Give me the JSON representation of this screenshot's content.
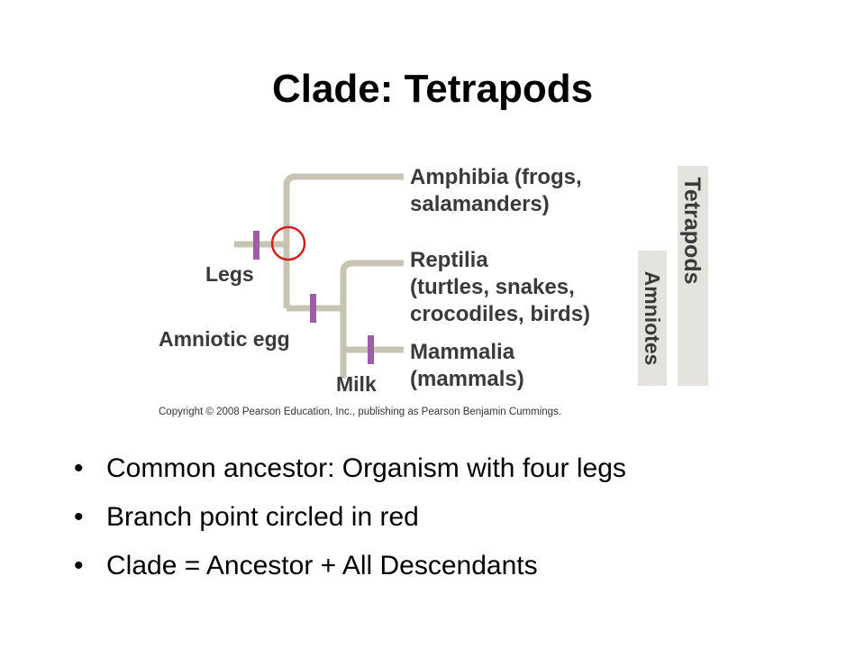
{
  "title": "Clade: Tetrapods",
  "diagram": {
    "taxa": {
      "amphibia": [
        "Amphibia (frogs,",
        "salamanders)"
      ],
      "reptilia": [
        "Reptilia",
        "(turtles, snakes,",
        "crocodiles, birds)"
      ],
      "mammalia": [
        "Mammalia",
        "(mammals)"
      ]
    },
    "traits": {
      "legs": "Legs",
      "amniotic_egg": "Amniotic egg",
      "milk": "Milk"
    },
    "brackets": {
      "tetrapods": "Tetrapods",
      "amniotes": "Amniotes"
    },
    "copyright": "Copyright © 2008 Pearson Education, Inc., publishing as Pearson Benjamin Cummings.",
    "colors": {
      "branch": "#c8c4b4",
      "trait_mark": "#9b5fa3",
      "highlight_circle": "#d0201c",
      "bracket_fill": "#e4e2dc",
      "label_text": "#3a3a3a"
    }
  },
  "bullets": [
    "Common ancestor: Organism with four legs",
    "Branch point circled in red",
    "Clade = Ancestor + All Descendants"
  ],
  "bullet_glyph": "•"
}
